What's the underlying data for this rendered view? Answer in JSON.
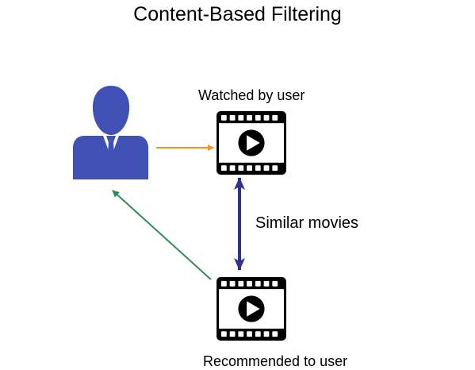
{
  "title": "Content-Based Filtering",
  "nodes": {
    "user": {
      "icon": "user-icon"
    },
    "watched": {
      "label": "Watched by user",
      "icon": "film-play-icon"
    },
    "recommended": {
      "label": "Recommended to user",
      "icon": "film-play-icon"
    }
  },
  "edges": {
    "similarity": {
      "label": "Similar movies",
      "color": "#2e3192"
    },
    "user_to_watched": {
      "color": "#f7941d"
    },
    "recommended_to_user": {
      "color": "#2e8b57"
    }
  },
  "colors": {
    "user_icon": "#3f51b5",
    "film_border": "#000000",
    "film_background": "#ffffff"
  }
}
